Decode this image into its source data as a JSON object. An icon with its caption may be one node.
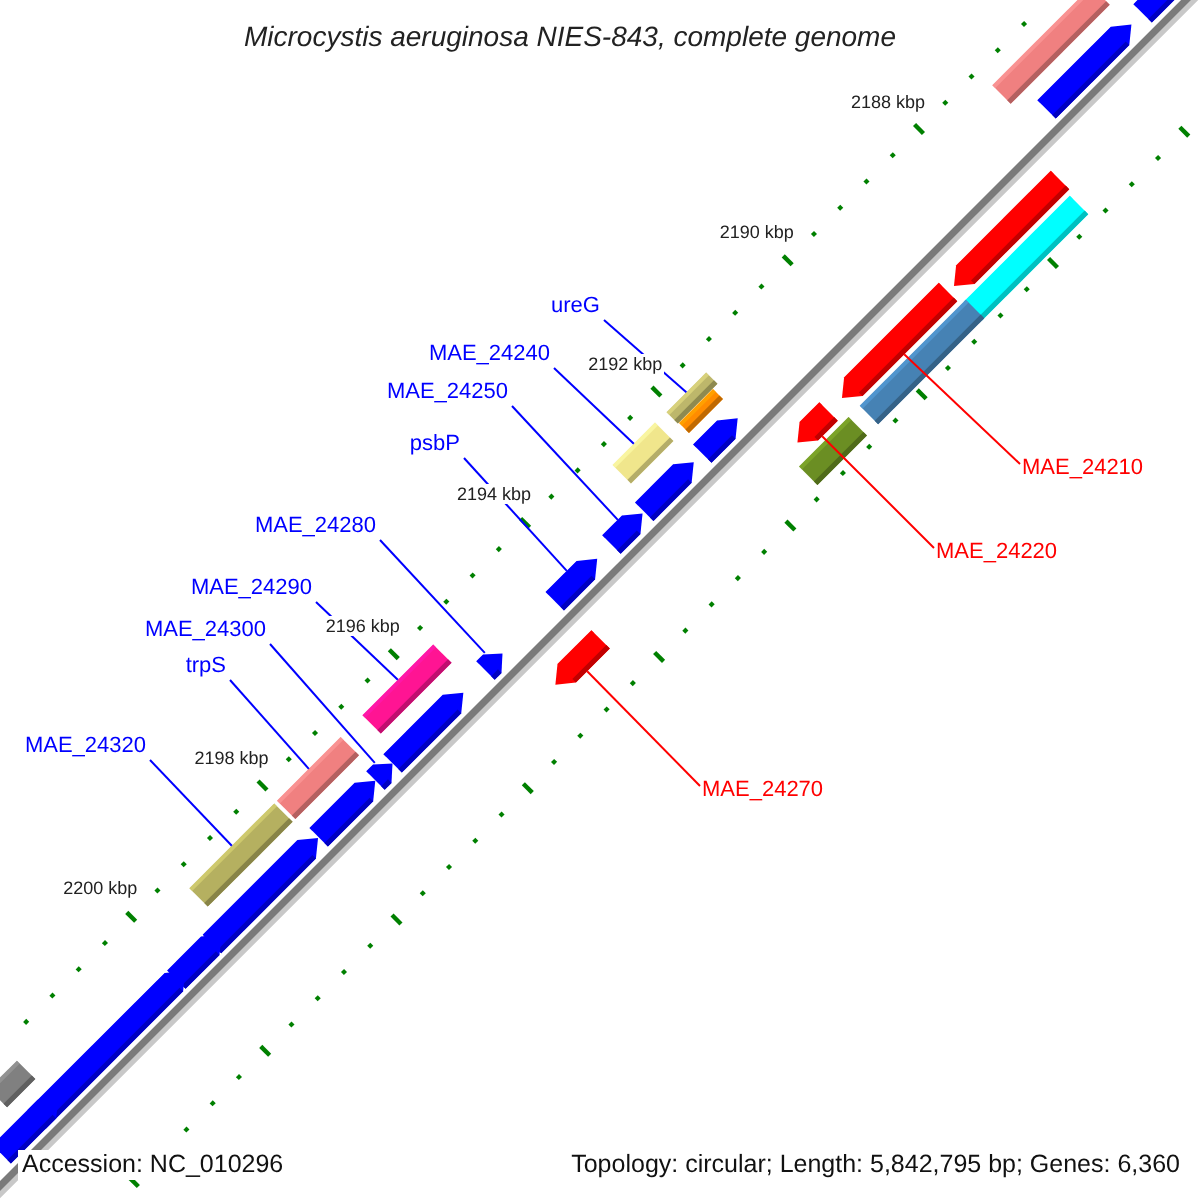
{
  "diagram": {
    "title": "Microcystis aeruginosa NIES-843, complete genome",
    "nodes": [
      {
        "text": [
          "ureG"
        ]
      },
      {
        "text": [
          "MAE_24240"
        ]
      },
      {
        "text": [
          "MAE_24210"
        ]
      },
      {
        "text": [
          "MAE_24250"
        ]
      },
      {
        "text": [
          "psbP"
        ]
      },
      {
        "text": [
          "MAE_24220"
        ]
      },
      {
        "text": [
          "MAE_24280"
        ]
      },
      {
        "text": [
          "MAE_24290"
        ]
      },
      {
        "text": [
          "MAE_24300"
        ]
      },
      {
        "text": [
          "trpS"
        ]
      },
      {
        "text": [
          "MAE_24320"
        ]
      },
      {
        "text": [
          "MAE_24270"
        ]
      },
      {
        "text": [],
        "shape": "bar"
      },
      {
        "text": [],
        "shape": "bar"
      },
      {
        "text": [],
        "shape": "bar"
      },
      {
        "text": [],
        "shape": "bar"
      },
      {
        "text": [],
        "shape": "bar"
      },
      {
        "text": [],
        "shape": "bar"
      },
      {
        "text": [],
        "shape": "bar"
      },
      {
        "text": [],
        "shape": "bar"
      },
      {
        "text": [],
        "shape": "bar"
      },
      {
        "text": [],
        "shape": "bar"
      },
      {
        "text": [],
        "shape": "bar"
      },
      {
        "text": [],
        "shape": "bar"
      },
      {
        "text": [],
        "shape": "bar"
      },
      {
        "text": [],
        "shape": "bar"
      },
      {
        "text": [],
        "shape": "bar"
      },
      {
        "text": [],
        "shape": "bar"
      },
      {
        "text": [],
        "shape": "bar"
      },
      {
        "text": [],
        "shape": "bar"
      },
      {
        "text": [],
        "shape": "bar"
      },
      {
        "text": [],
        "shape": "bar"
      },
      {
        "text": [],
        "shape": "bar"
      },
      {
        "text": [],
        "shape": "bar"
      },
      {
        "text": [],
        "shape": "bar"
      },
      {
        "text": [],
        "shape": "bar"
      },
      {
        "text": [],
        "shape": "bar"
      },
      {
        "text": [],
        "shape": "bar"
      },
      {
        "text": [],
        "shape": "bar"
      },
      {
        "text": [],
        "shape": "bar"
      },
      {
        "text": [],
        "shape": "bar"
      }
    ],
    "edges": [
      {
        "from": 0,
        "to": 19,
        "arrow": "none"
      },
      {
        "from": 1,
        "to": 24,
        "arrow": "none"
      },
      {
        "from": 2,
        "to": 17,
        "arrow": "none",
        "color": "#ff0000"
      },
      {
        "from": 3,
        "to": 26,
        "arrow": "none"
      },
      {
        "from": 4,
        "to": 27,
        "arrow": "none"
      },
      {
        "from": 5,
        "to": 21,
        "arrow": "none",
        "color": "#ff0000"
      },
      {
        "from": 6,
        "to": 28,
        "arrow": "none"
      },
      {
        "from": 7,
        "to": 30,
        "arrow": "none"
      },
      {
        "from": 8,
        "to": 32,
        "arrow": "none"
      },
      {
        "from": 9,
        "to": 33,
        "arrow": "none"
      },
      {
        "from": 10,
        "to": 35,
        "arrow": "none"
      },
      {
        "from": 11,
        "to": 29,
        "arrow": "none",
        "color": "#ff0000"
      }
    ],
    "labels": [
      "2188 kbp",
      "2190 kbp",
      "2192 kbp",
      "2194 kbp",
      "2196 kbp",
      "2198 kbp",
      "2200 kbp",
      "Accession: NC_010296",
      "Topology: circular; Length: 5,842,795 bp; Genes: 6,360"
    ]
  }
}
